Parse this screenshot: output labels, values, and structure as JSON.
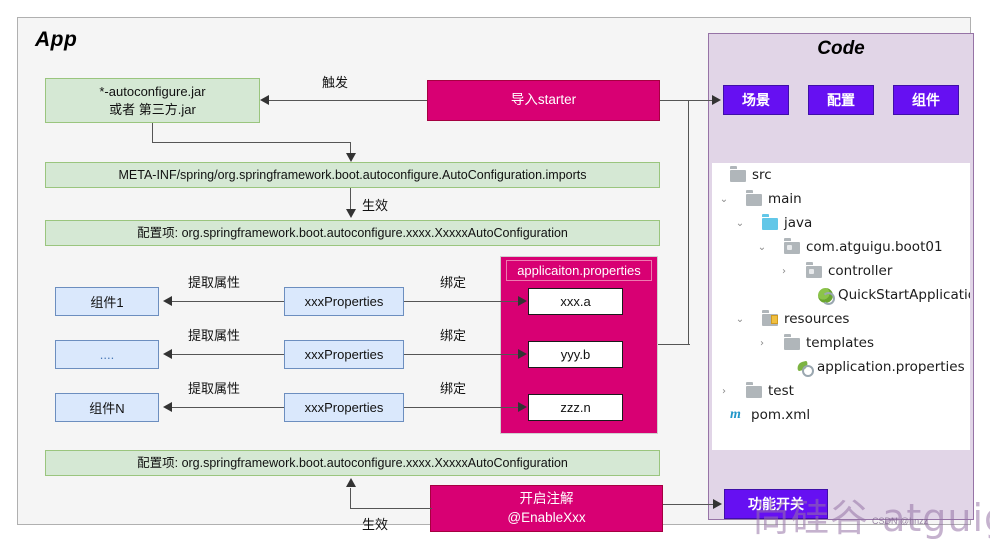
{
  "app": {
    "title": "App",
    "boxes": {
      "autoconfigure_jar": "*-autoconfigure.jar\n或者 第三方.jar",
      "imports_file": "META-INF/spring/org.springframework.boot.autoconfigure.AutoConfiguration.imports",
      "config_item_top": "配置项: org.springframework.boot.autoconfigure.xxxx.XxxxxAutoConfiguration",
      "config_item_bottom": "配置项: org.springframework.boot.autoconfigure.xxxx.XxxxxAutoConfiguration",
      "import_starter": "导入starter",
      "enable_annotation": "开启注解\n@EnableXxx"
    },
    "components": [
      {
        "name": "组件1",
        "props": "xxxProperties",
        "extract_label": "提取属性",
        "bind_label": "绑定",
        "property": "xxx.a"
      },
      {
        "name": "....",
        "props": "xxxProperties",
        "extract_label": "提取属性",
        "bind_label": "绑定",
        "property": "yyy.b"
      },
      {
        "name": "组件N",
        "props": "xxxProperties",
        "extract_label": "提取属性",
        "bind_label": "绑定",
        "property": "zzz.n"
      }
    ],
    "properties_panel": {
      "header": "applicaiton.properties"
    },
    "edge_labels": {
      "trigger": "触发",
      "effective_top": "生效",
      "effective_bottom": "生效"
    }
  },
  "code": {
    "title": "Code",
    "buttons": [
      {
        "label": "场景"
      },
      {
        "label": "配置"
      },
      {
        "label": "组件"
      }
    ],
    "feature_switch_button": "功能开关",
    "tree": [
      {
        "label": "src",
        "chevron": "",
        "icon": "folder-grey-icon",
        "indent": 0
      },
      {
        "label": "main",
        "chevron": "v",
        "icon": "folder-grey-icon",
        "indent": 1
      },
      {
        "label": "java",
        "chevron": "v",
        "icon": "folder-blue-icon",
        "indent": 2
      },
      {
        "label": "com.atguigu.boot01",
        "chevron": "v",
        "icon": "folder-package-icon",
        "indent": 3
      },
      {
        "label": "controller",
        "chevron": ">",
        "icon": "folder-package-icon",
        "indent": 4
      },
      {
        "label": "QuickStartApplication",
        "chevron": "",
        "icon": "spring-boot-icon",
        "indent": 5
      },
      {
        "label": "resources",
        "chevron": "v",
        "icon": "folder-resources-icon",
        "indent": 2
      },
      {
        "label": "templates",
        "chevron": ">",
        "icon": "folder-grey-icon",
        "indent": 3
      },
      {
        "label": "application.properties",
        "chevron": "",
        "icon": "spring-leaf-icon",
        "indent": 3
      },
      {
        "label": "test",
        "chevron": ">",
        "icon": "folder-grey-icon",
        "indent": 0
      },
      {
        "label": "pom.xml",
        "chevron": "",
        "icon": "maven-m-icon",
        "indent": 0
      }
    ]
  },
  "watermark": {
    "main": "尚硅谷 atguigu.com",
    "sub": "CSDN @hnzz"
  },
  "colors": {
    "green_fill": "#d5e8d4",
    "green_stroke": "#9ac57e",
    "magenta_fill": "#d80073",
    "blue_fill": "#dae8fc",
    "blue_stroke": "#6c8ebf",
    "purple_fill": "#6610f2",
    "code_panel_fill": "#e1d5e7",
    "app_panel_fill": "#f5f5f5"
  }
}
